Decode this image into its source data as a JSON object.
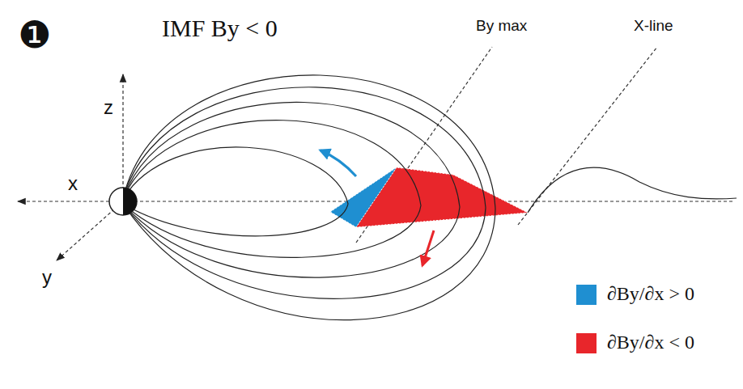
{
  "diagram": {
    "labels": [
      "❶",
      "IMF By < 0",
      "By max",
      "X-line",
      "z",
      "x",
      "y"
    ],
    "legend": [
      {
        "text": "∂By/∂x > 0",
        "color": "#1f8fd1"
      },
      {
        "text": "∂By/∂x < 0",
        "color": "#e8262b"
      }
    ]
  }
}
